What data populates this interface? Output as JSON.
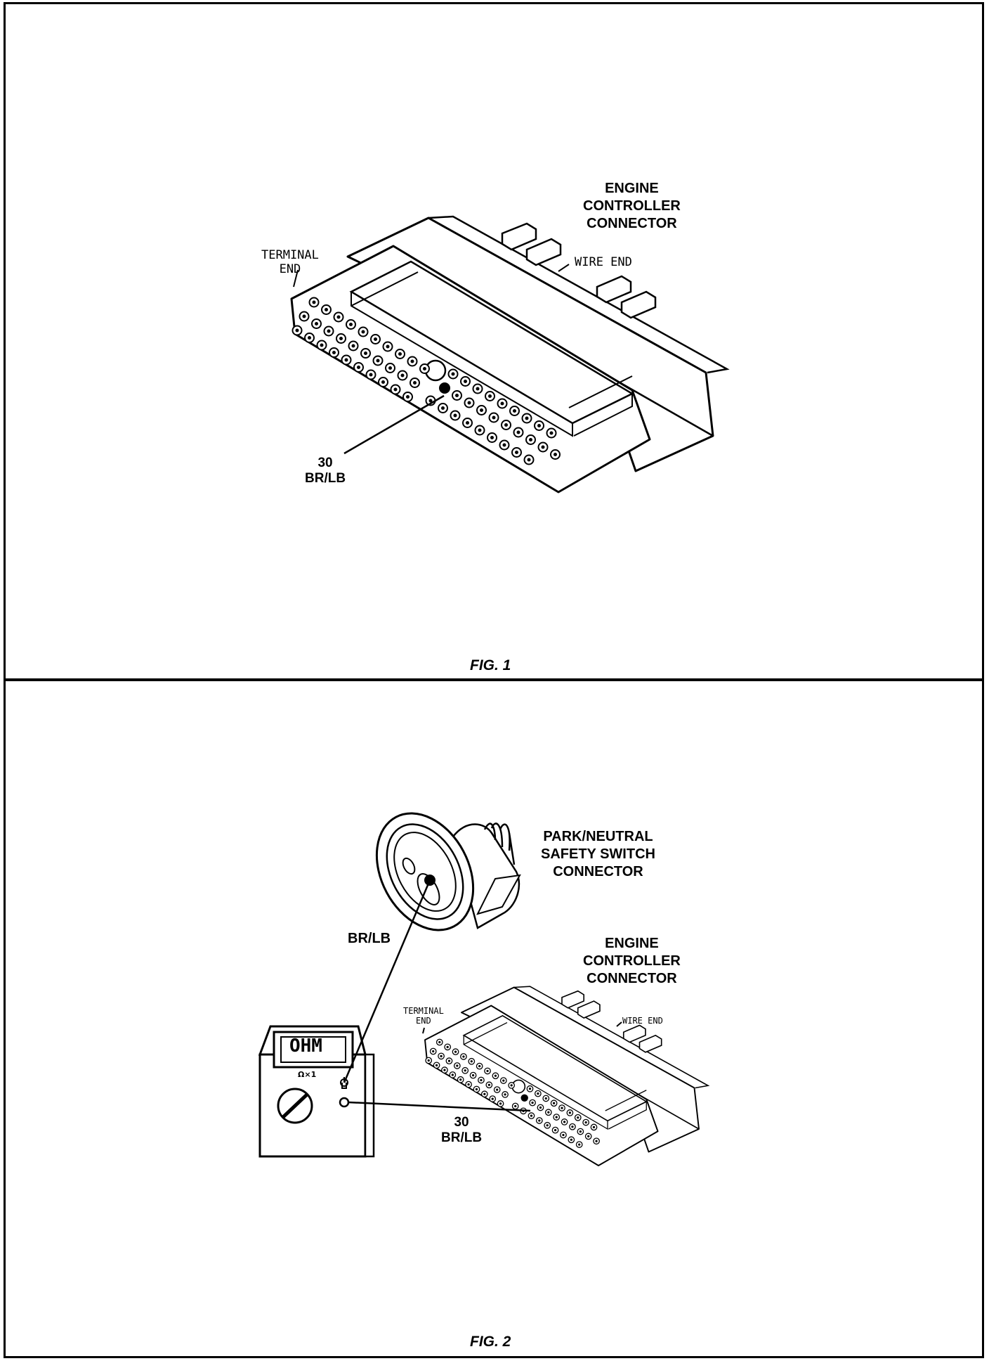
{
  "fig1": {
    "title": "FIG. 1",
    "connector_label": "ENGINE\nCONTROLLER\nCONNECTOR",
    "terminal_end": "TERMINAL\nEND",
    "wire_end": "WIRE END",
    "pin_label": "30\nBR/LB"
  },
  "fig2": {
    "title": "FIG. 2",
    "switch_label": "PARK/NEUTRAL\nSAFETY SWITCH\nCONNECTOR",
    "switch_wire": "BR/LB",
    "connector_label": "ENGINE\nCONTROLLER\nCONNECTOR",
    "terminal_end": "TERMINAL\nEND",
    "wire_end": "WIRE END",
    "pin_label": "30\nBR/LB",
    "meter_display": "OHM",
    "meter_range": "Ω×1"
  },
  "colors": {
    "line": "#000000",
    "paper": "#ffffff"
  }
}
